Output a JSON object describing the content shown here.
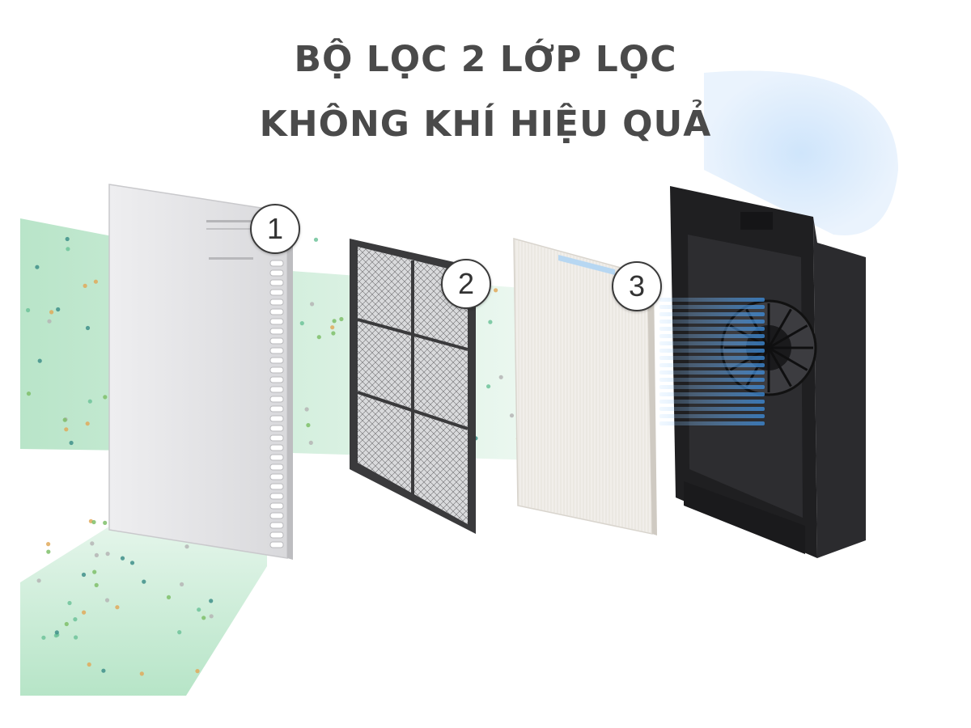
{
  "title": {
    "line1": "BỘ LỌC 2 LỚP LỌC",
    "line2": "KHÔNG KHÍ HIỆU QUẢ"
  },
  "steps": [
    {
      "number": "1"
    },
    {
      "number": "2"
    },
    {
      "number": "3"
    }
  ],
  "colors": {
    "title": "#4a4a4a",
    "airflow_green": "#8fd3a8",
    "airflow_blue": "#5fa6e6",
    "unit_body": "#232325",
    "panel_grey": "#e6e6e8",
    "hepa_white": "#f1eeea"
  },
  "icons": {
    "front_panel": "front-panel-filter-icon",
    "prefilter": "mesh-prefilter-icon",
    "hepa": "hepa-filter-icon",
    "unit": "purifier-unit-icon"
  }
}
